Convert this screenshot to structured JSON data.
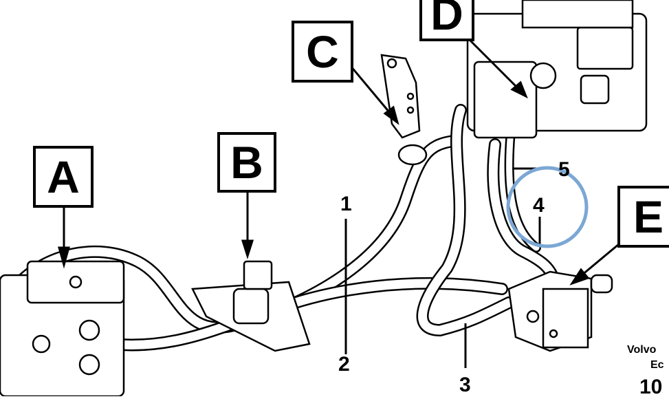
{
  "callouts": {
    "a": "A",
    "b": "B",
    "c": "C",
    "d": "D",
    "e": "E"
  },
  "numbers": {
    "n1": "1",
    "n2": "2",
    "n3": "3",
    "n4": "4",
    "n5": "5"
  },
  "footer": {
    "line1": "Volvo",
    "line2": "Ec",
    "line3": "10"
  },
  "colors": {
    "highlight": "#7ba7d4",
    "ink": "#000000"
  }
}
